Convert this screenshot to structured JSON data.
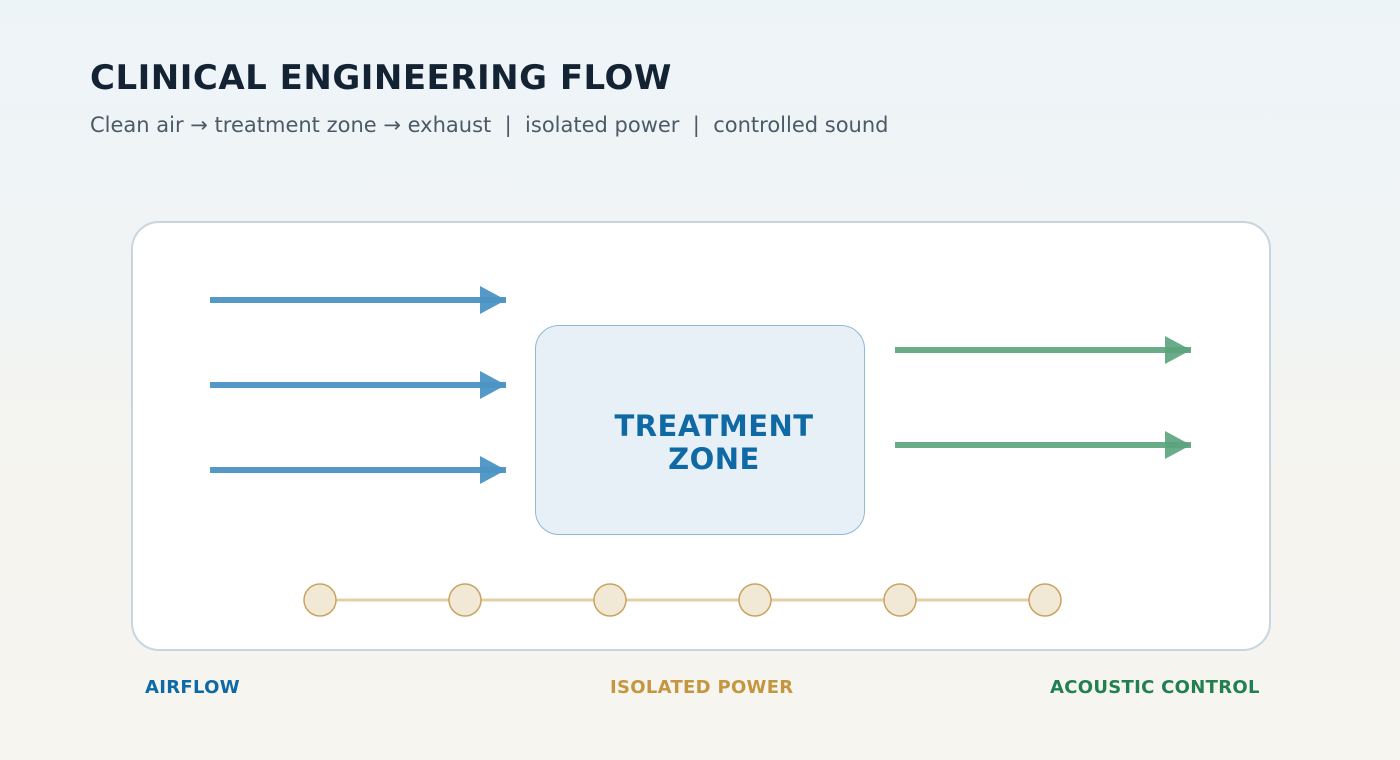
{
  "header": {
    "title": "CLINICAL ENGINEERING FLOW",
    "subtitle": "Clean air → treatment zone → exhaust  |  isolated power  |  controlled sound"
  },
  "zone": {
    "label_line1": "TREATMENT",
    "label_line2": "ZONE"
  },
  "legend": {
    "airflow": "AIRFLOW",
    "power": "ISOLATED POWER",
    "acoustic": "ACOUSTIC CONTROL"
  },
  "colors": {
    "airflow": "#4b94c4",
    "exhaust": "#5aa37c",
    "power_line": "#e4cfa6",
    "power_node_fill": "#f2e8d6",
    "power_node_stroke": "#c9a460",
    "title": "#142334",
    "zone_text": "#0f69a5"
  },
  "icons": {
    "airflow_arrow": "arrow-right-icon",
    "exhaust_arrow": "arrow-right-icon",
    "power_node": "circle-node-icon"
  }
}
